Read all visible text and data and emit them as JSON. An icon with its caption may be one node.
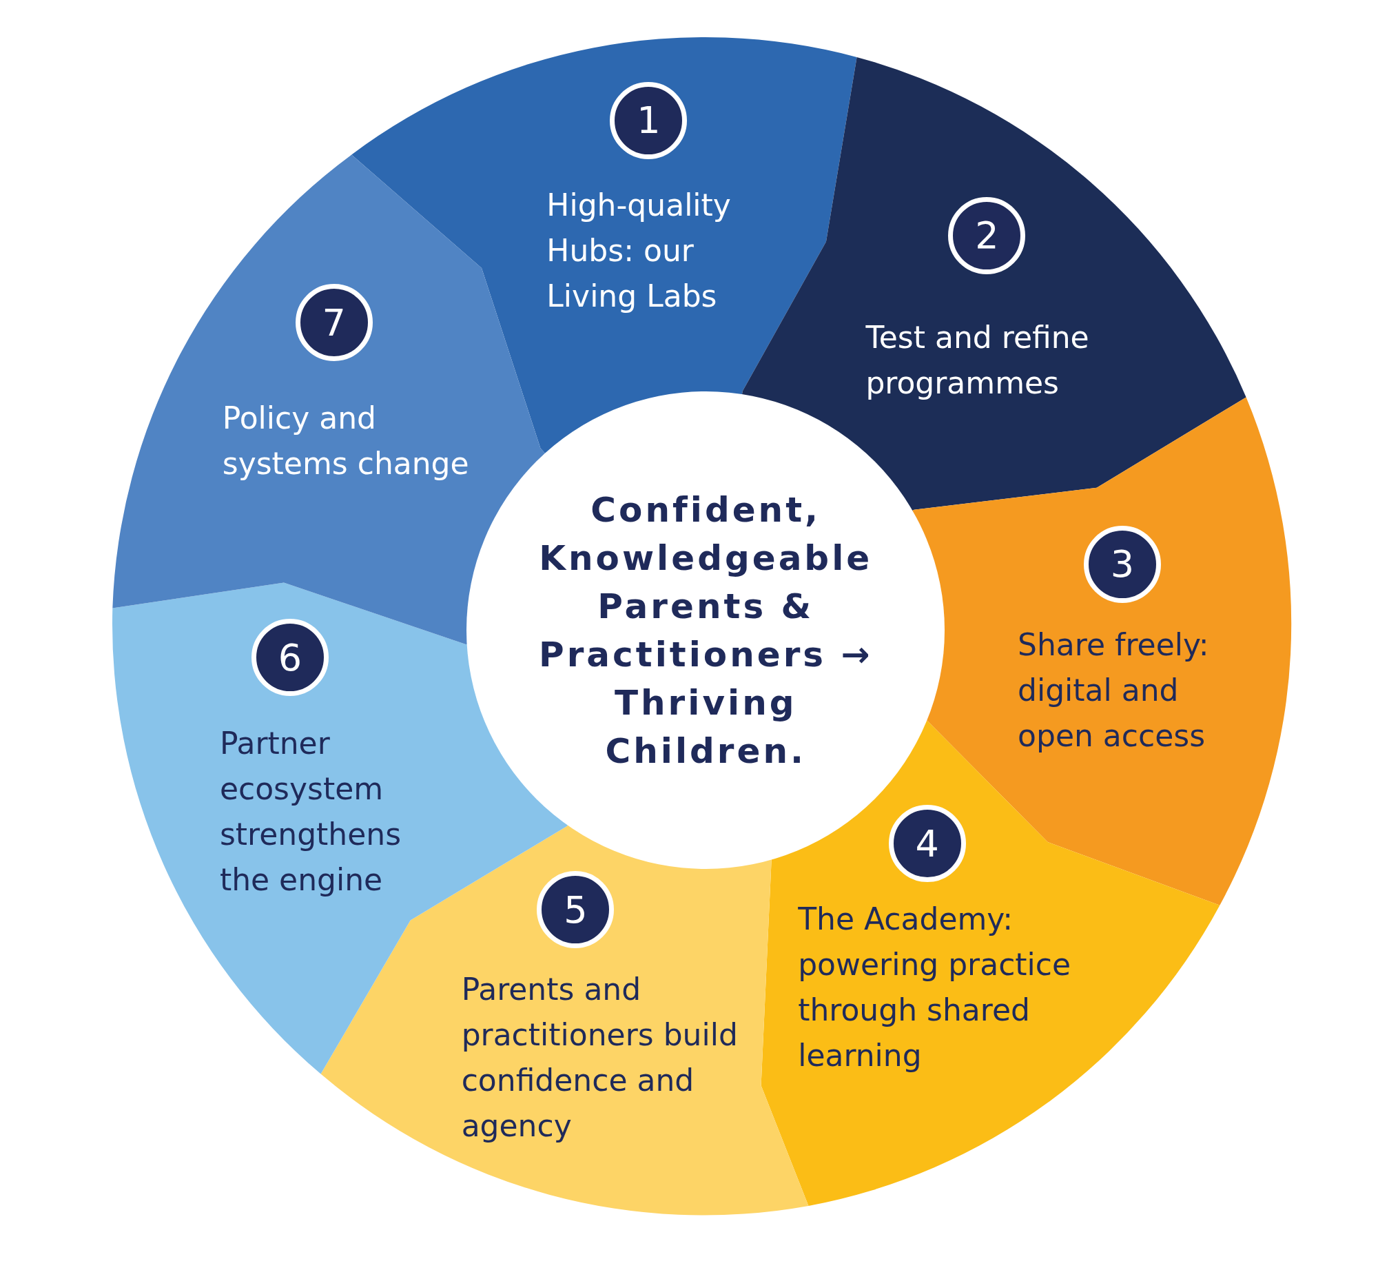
{
  "diagram": {
    "nodes": [
      {
        "text": [
          "1",
          "High-quality Hubs: our Living Labs"
        ]
      },
      {
        "text": [
          "2",
          "Test and refine programmes"
        ]
      },
      {
        "text": [
          "3",
          "Share freely: digital and open access"
        ]
      },
      {
        "text": [
          "4",
          "The Academy: powering practice through shared learning"
        ]
      },
      {
        "text": [
          "5",
          "Parents and practitioners build confidence and agency"
        ]
      },
      {
        "text": [
          "6",
          "Partner ecosystem strengthens the engine"
        ]
      },
      {
        "text": [
          "7",
          "Policy and systems change"
        ]
      },
      {
        "text": [
          "Confident, Knowledgeable Parents & Practitioners → Thriving Children."
        ]
      }
    ]
  }
}
